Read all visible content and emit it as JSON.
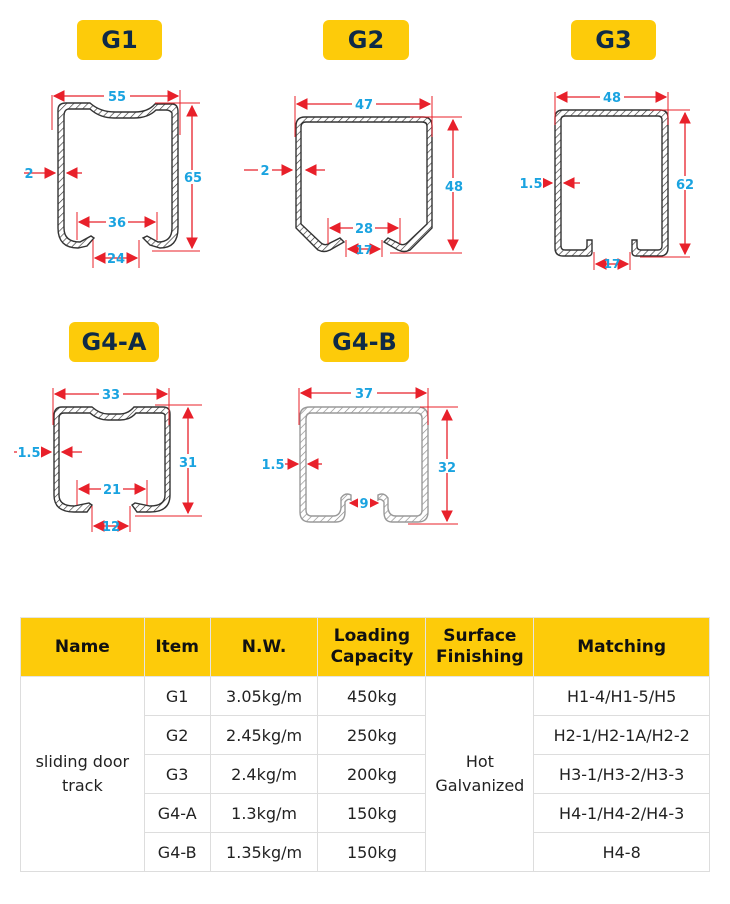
{
  "profiles": [
    {
      "label": "G1",
      "width": "55",
      "height": "65",
      "thickness": "2",
      "inner_opening": "36",
      "slot": "24"
    },
    {
      "label": "G2",
      "width": "47",
      "height": "48",
      "thickness": "2",
      "inner_opening": "28",
      "slot": "17"
    },
    {
      "label": "G3",
      "width": "48",
      "height": "62",
      "thickness": "1.5",
      "slot": "17"
    },
    {
      "label": "G4-A",
      "width": "33",
      "height": "31",
      "thickness": "1.5",
      "inner_opening": "21",
      "slot": "12"
    },
    {
      "label": "G4-B",
      "width": "37",
      "height": "32",
      "thickness": "1.5",
      "slot": "9"
    }
  ],
  "table": {
    "headers": [
      "Name",
      "Item",
      "N.W.",
      "Loading Capacity",
      "Surface Finishing",
      "Matching"
    ],
    "name_cell": "sliding door track",
    "surface_cell": "Hot Galvanized",
    "rows": [
      {
        "item": "G1",
        "nw": "3.05kg/m",
        "capacity": "450kg",
        "matching": "H1-4/H1-5/H5"
      },
      {
        "item": "G2",
        "nw": "2.45kg/m",
        "capacity": "250kg",
        "matching": "H2-1/H2-1A/H2-2"
      },
      {
        "item": "G3",
        "nw": "2.4kg/m",
        "capacity": "200kg",
        "matching": "H3-1/H3-2/H3-3"
      },
      {
        "item": "G4-A",
        "nw": "1.3kg/m",
        "capacity": "150kg",
        "matching": "H4-1/H4-2/H4-3"
      },
      {
        "item": "G4-B",
        "nw": "1.35kg/m",
        "capacity": "150kg",
        "matching": "H4-8"
      }
    ]
  },
  "colors": {
    "accent": "#FDCB0A",
    "dimension_text": "#1AA3E0",
    "dimension_line": "#E8202A",
    "badge_text": "#0E2A47"
  }
}
